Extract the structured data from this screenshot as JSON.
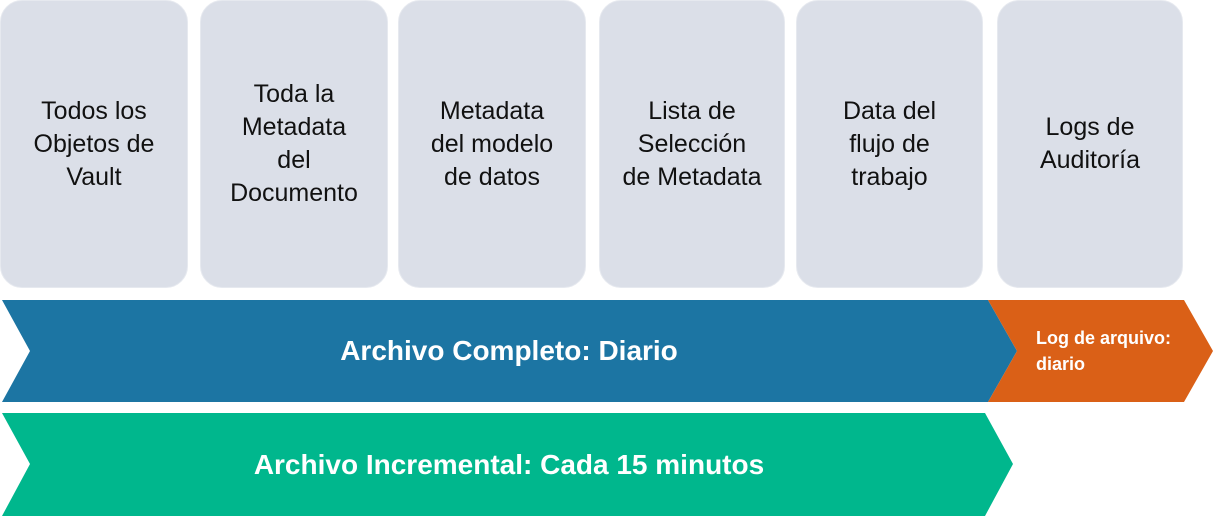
{
  "categories": [
    {
      "label": "Todos los\nObjetos de\nVault"
    },
    {
      "label": "Toda la\nMetadata\ndel\nDocumento"
    },
    {
      "label": "Metadata\ndel modelo\nde datos"
    },
    {
      "label": "Lista de\nSelección\nde Metadata"
    },
    {
      "label": "Data del\nflujo de\ntrabajo"
    },
    {
      "label": "Logs de\nAuditoría"
    }
  ],
  "bands": {
    "full": {
      "label": "Archivo Completo: Diario",
      "color": "#1c75a3"
    },
    "log": {
      "label": "Log de arquivo: diario",
      "color": "#da6017"
    },
    "incremental": {
      "label": "Archivo Incremental: Cada 15 minutos",
      "color": "#00b78d"
    }
  }
}
